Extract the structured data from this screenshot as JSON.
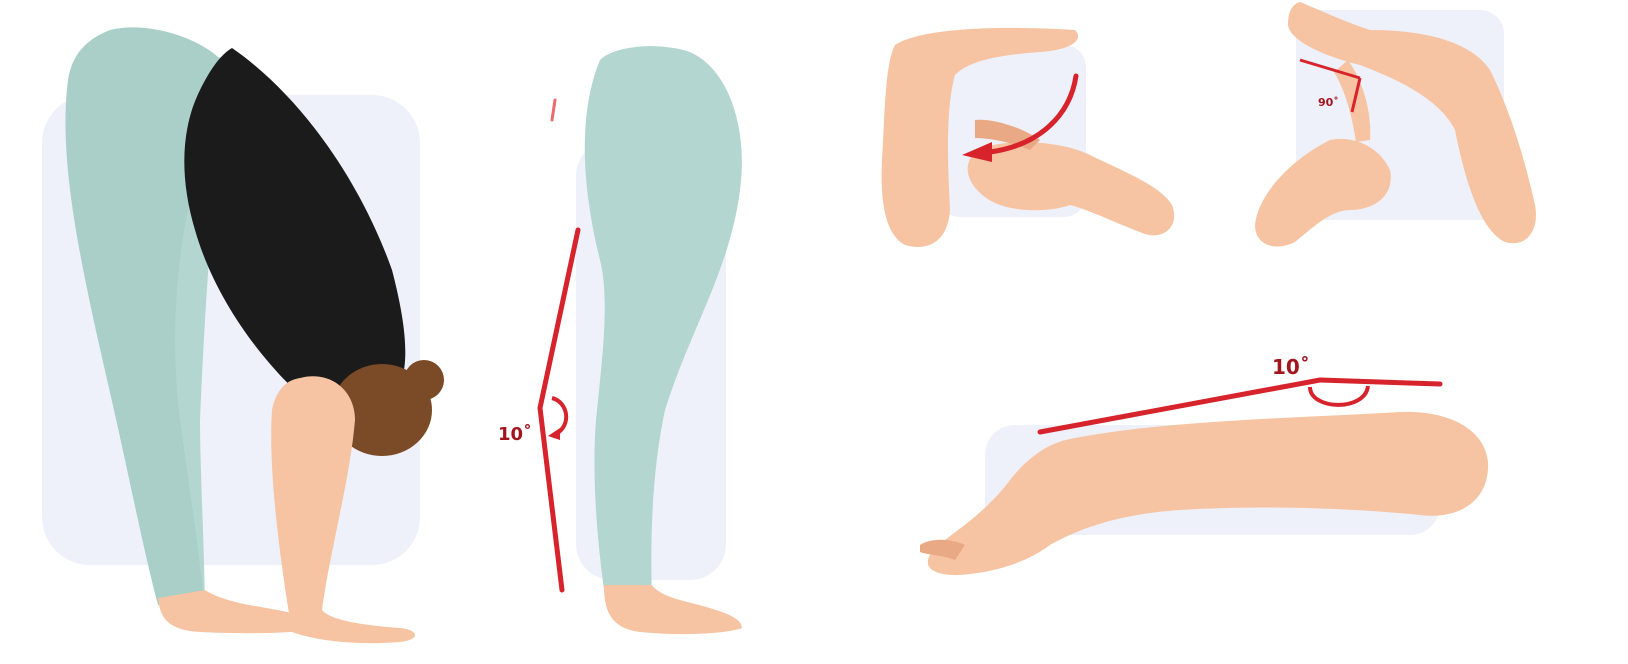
{
  "palette": {
    "background": "#ffffff",
    "backdrop": "#eef0fa",
    "skin": "#f6c4a2",
    "skin_shade": "#eaa985",
    "leggings": "#b4d6d0",
    "shirt": "#1b1b1b",
    "hair": "#7b4a26",
    "indicator": "#d7232b"
  },
  "panels": {
    "forward_bend": {
      "angle_label": ""
    },
    "knee_hyperextension": {
      "angle_label": "10˚"
    },
    "thumb_to_forearm": {
      "indicator_icon": "curved-arrow-icon"
    },
    "finger_extension": {
      "angle_label": "90˚"
    },
    "elbow_hyperextension": {
      "angle_label": "10˚"
    }
  }
}
